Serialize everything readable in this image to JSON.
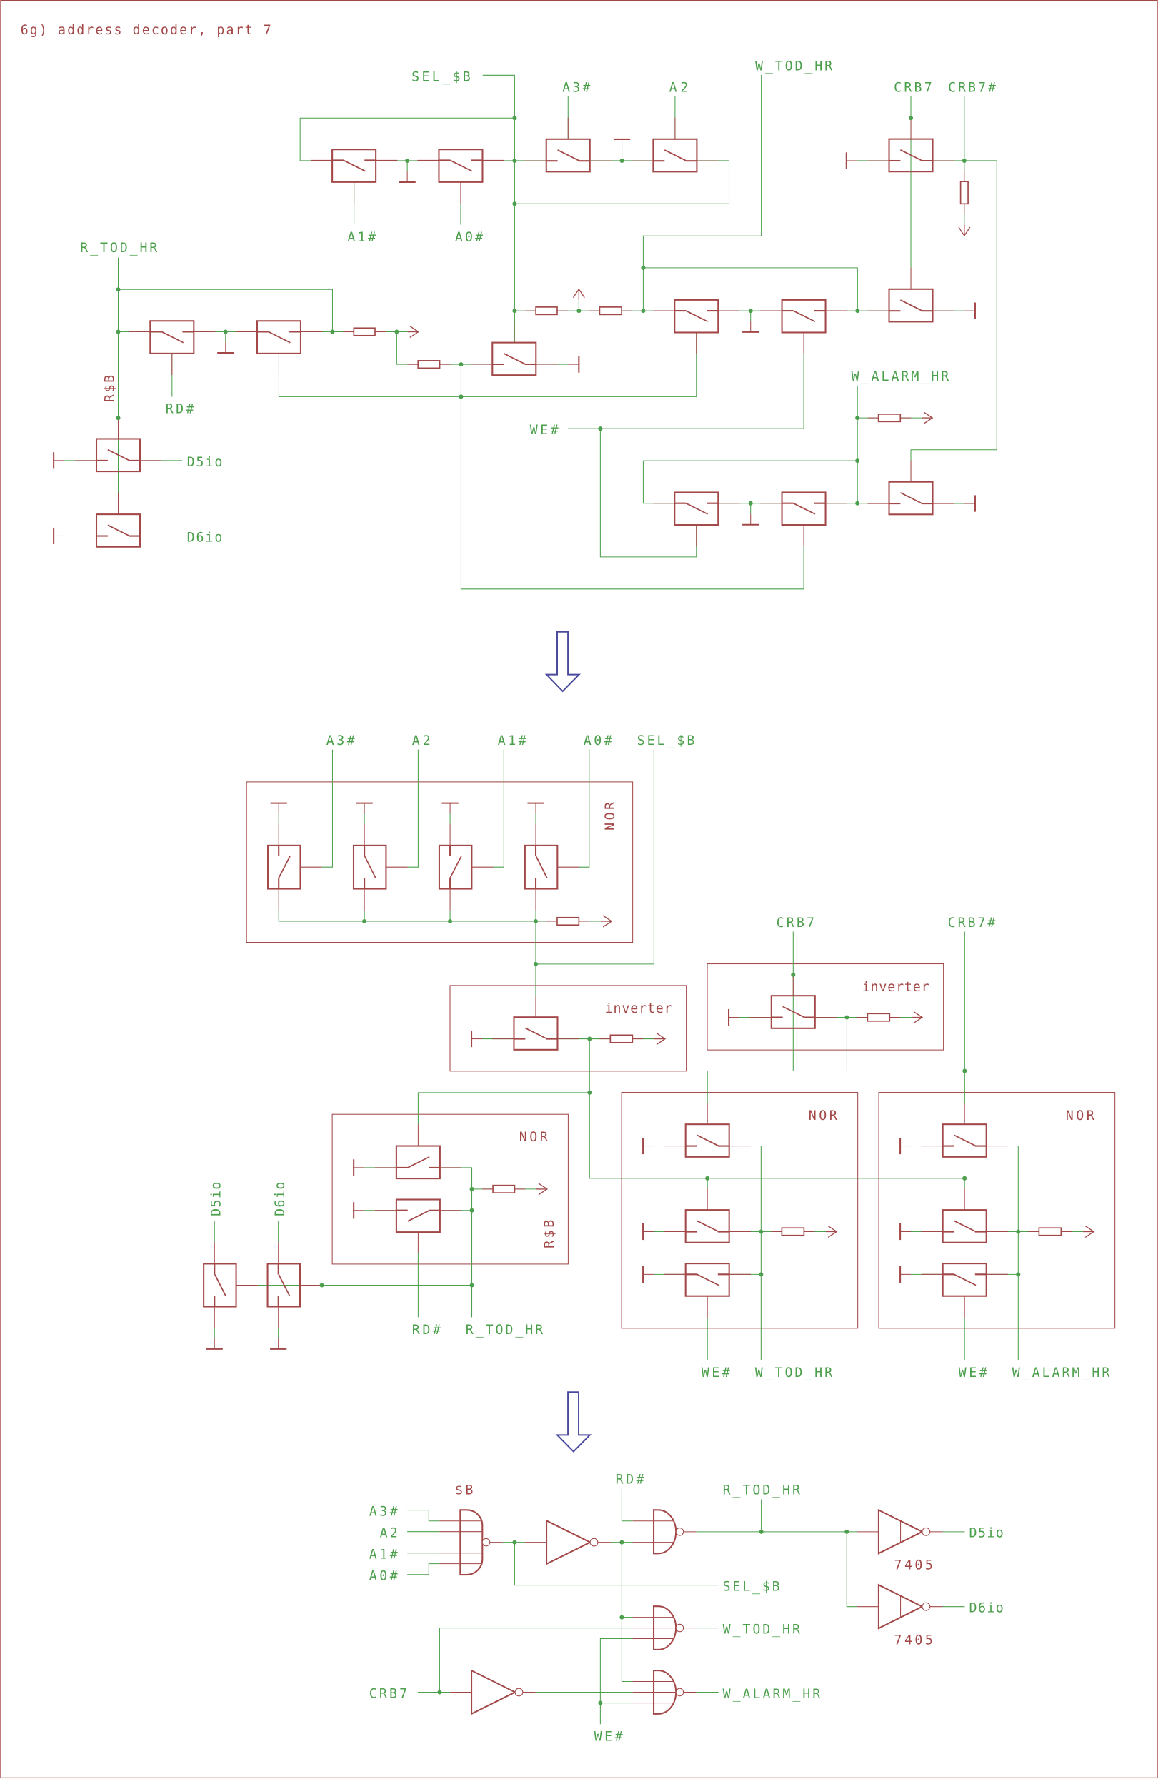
{
  "title": "6g) address decoder, part 7",
  "colors": {
    "net": "#4c9f4c",
    "part": "#a34848",
    "arrow": "#4b4b9e",
    "background": "#ffffff"
  },
  "transition_icon": "down-arrow-icon",
  "stage1": {
    "nets": {
      "sel_b": "SEL_$B",
      "a3n": "A3#",
      "a2": "A2",
      "w_tod_hr": "W_TOD_HR",
      "crb7": "CRB7",
      "crb7n": "CRB7#",
      "a1n": "A1#",
      "a0n": "A0#",
      "r_tod_hr": "R_TOD_HR",
      "rdn": "RD#",
      "wen": "WE#",
      "w_alarm_hr": "W_ALARM_HR",
      "d5io": "D5io",
      "d6io": "D6io"
    },
    "parts": {
      "rsb": "R$B"
    }
  },
  "stage2": {
    "nets": {
      "a3n": "A3#",
      "a2": "A2",
      "a1n": "A1#",
      "a0n": "A0#",
      "sel_b": "SEL_$B",
      "crb7": "CRB7",
      "crb7n": "CRB7#",
      "d5io": "D5io",
      "d6io": "D6io",
      "rdn": "RD#",
      "r_tod_hr": "R_TOD_HR",
      "wen_tod": "WE#",
      "w_tod_hr": "W_TOD_HR",
      "wen_alarm": "WE#",
      "w_alarm_hr": "W_ALARM_HR"
    },
    "blocks": {
      "address_nor": "NOR",
      "sel_inverter": "inverter",
      "crb7_inverter": "inverter",
      "read_nor": "NOR",
      "tod_write_nor": "NOR",
      "alarm_write_nor": "NOR"
    },
    "parts": {
      "rsb": "R$B"
    }
  },
  "stage3": {
    "nets": {
      "a3n": "A3#",
      "a2": "A2",
      "a1n": "A1#",
      "a0n": "A0#",
      "rdn": "RD#",
      "r_tod_hr": "R_TOD_HR",
      "sel_b": "SEL_$B",
      "w_tod_hr": "W_TOD_HR",
      "crb7": "CRB7",
      "wen": "WE#",
      "w_alarm_hr": "W_ALARM_HR",
      "d5io": "D5io",
      "d6io": "D6io"
    },
    "parts": {
      "sb": "$B",
      "buffer_d5": "7405",
      "buffer_d6": "7405"
    }
  }
}
